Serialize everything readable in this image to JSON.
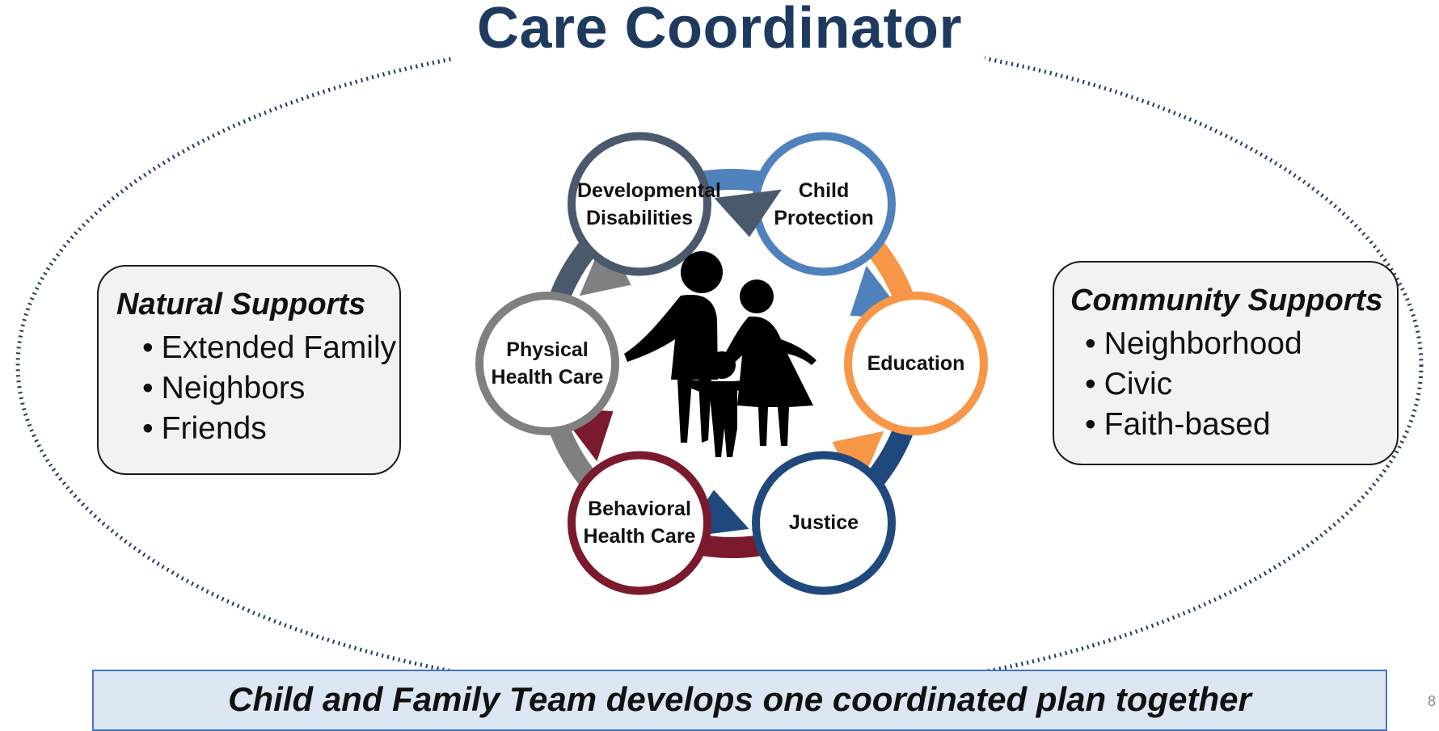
{
  "title": "Care Coordinator",
  "natural_supports": {
    "heading": "Natural Supports",
    "items": [
      "Extended Family",
      "Neighbors",
      "Friends"
    ]
  },
  "community_supports": {
    "heading": "Community Supports",
    "items": [
      "Neighborhood",
      "Civic",
      "Faith-based"
    ]
  },
  "cycle_nodes": [
    {
      "label": "Child Protection",
      "color": "#4f81bd"
    },
    {
      "label": "Education",
      "color": "#f79646"
    },
    {
      "label": "Justice",
      "color": "#1f497d"
    },
    {
      "label": "Behavioral Health Care",
      "color": "#7b1a2c"
    },
    {
      "label": "Physical Health Care",
      "color": "#808080"
    },
    {
      "label": "Developmental Disabilities",
      "color": "#4a5a6c"
    }
  ],
  "center_icon": "family-icon",
  "banner": "Child and Family Team develops one coordinated plan together",
  "page_number": "8",
  "colors": {
    "title": "#1f3a5f",
    "ellipse": "#1f3a5f",
    "banner_bg": "#dde7f3",
    "banner_border": "#4472c4"
  }
}
